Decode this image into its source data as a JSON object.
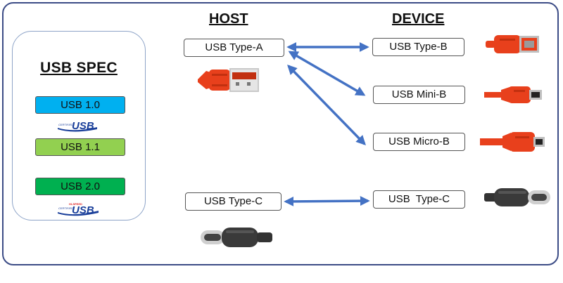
{
  "spec": {
    "title": "USB SPEC",
    "versions": [
      {
        "label": "USB 1.0",
        "color": "#00b0f0"
      },
      {
        "label": "USB 1.1",
        "color": "#92d050"
      },
      {
        "label": "USB 2.0",
        "color": "#00b050"
      }
    ],
    "logos": [
      {
        "word": "USB",
        "tag": "CERTIFIED",
        "color": "#1a3f9a"
      },
      {
        "word": "USB",
        "tag": "HI-SPEED",
        "color": "#1a3f9a",
        "accent": "#e02020"
      }
    ]
  },
  "host": {
    "heading": "HOST",
    "items": [
      {
        "label": "USB Type-A",
        "icon": "usb-type-a-plug-icon"
      },
      {
        "label": "USB Type-C",
        "icon": "usb-type-c-plug-icon"
      }
    ]
  },
  "device": {
    "heading": "DEVICE",
    "items": [
      {
        "label": "USB Type-B",
        "icon": "usb-type-b-plug-icon"
      },
      {
        "label": "USB Mini-B",
        "icon": "usb-mini-b-plug-icon"
      },
      {
        "label": "USB Micro-B",
        "icon": "usb-micro-b-plug-icon"
      },
      {
        "label": "USB  Type-C",
        "icon": "usb-type-c-plug-icon"
      }
    ]
  },
  "colors": {
    "arrow": "#4472c4",
    "border": "#3c4c86",
    "plug_red": "#e8401c",
    "plug_dark": "#333333"
  }
}
